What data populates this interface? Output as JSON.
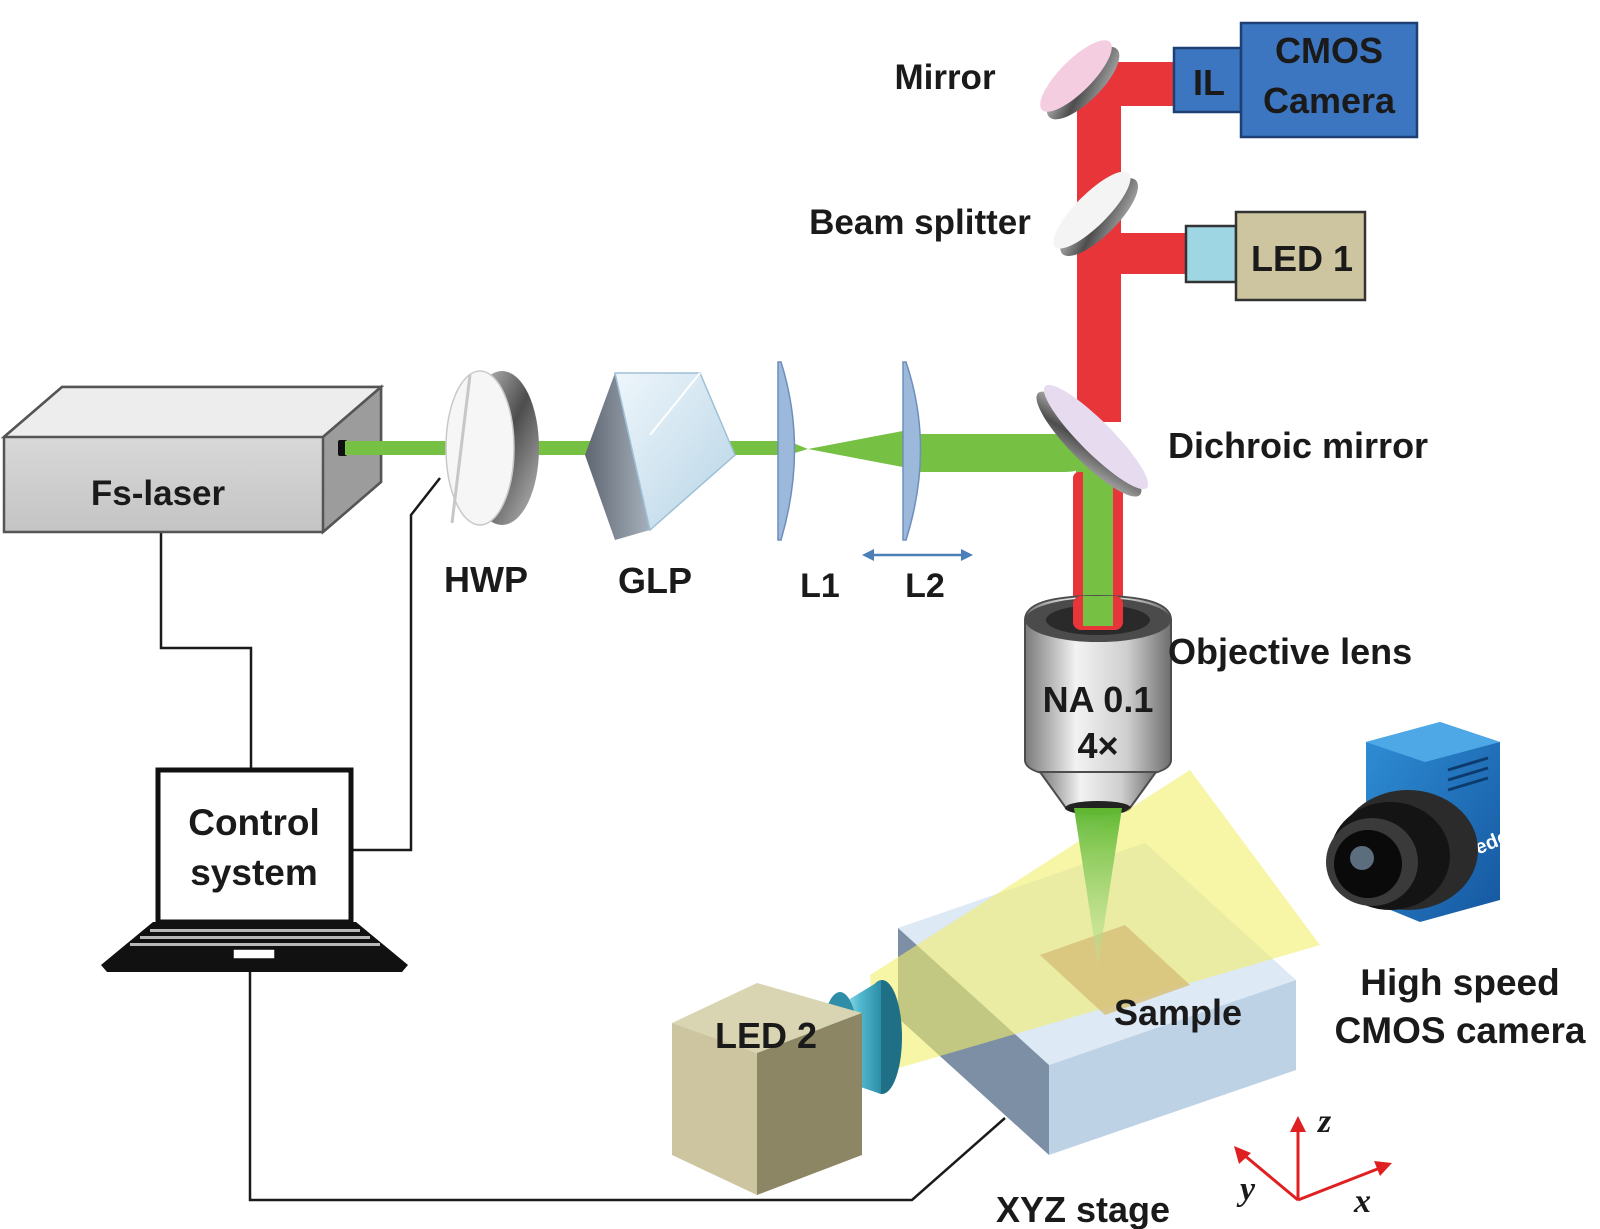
{
  "labels": {
    "fs_laser": "Fs-laser",
    "hwp": "HWP",
    "glp": "GLP",
    "l1": "L1",
    "l2": "L2",
    "mirror": "Mirror",
    "beam_splitter": "Beam splitter",
    "dichroic_mirror": "Dichroic mirror",
    "il": "IL",
    "cmos_line1": "CMOS",
    "cmos_line2": "Camera",
    "led1": "LED 1",
    "objective_lens": "Objective lens",
    "na": "NA 0.1",
    "magnification": "4×",
    "control_line1": "Control",
    "control_line2": "system",
    "led2": "LED 2",
    "sample": "Sample",
    "xyz_stage": "XYZ stage",
    "hs_line1": "High speed",
    "hs_line2": "CMOS camera",
    "camera_brand": "pco.edge",
    "axis_x": "x",
    "axis_y": "y",
    "axis_z": "z"
  },
  "colors": {
    "laser_green": "#76c043",
    "return_red": "#e8353a",
    "camera_blue": "#3d76c0",
    "led_khaki": "#ccc59f",
    "axis_red": "#e02020",
    "light_yellow": "#f2ef6a"
  }
}
